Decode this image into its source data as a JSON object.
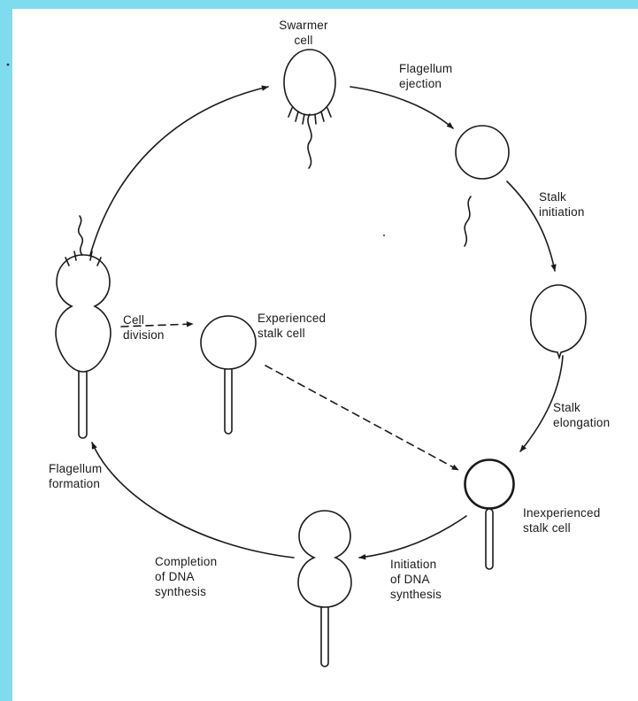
{
  "diagram": {
    "labels": {
      "swarmer_cell": "Swarmer\ncell",
      "flagellum_ejection": "Flagellum\nejection",
      "stalk_initiation": "Stalk\ninitiation",
      "stalk_elongation": "Stalk\nelongation",
      "inexperienced_stalk_cell": "Inexperienced\nstalk cell",
      "initiation_dna_synthesis": "Initiation\nof DNA\nsynthesis",
      "completion_dna_synthesis": "Completion\nof DNA\nsynthesis",
      "flagellum_formation": "Flagellum\nformation",
      "cell_division": "Cell\ndivision",
      "experienced_stalk_cell": "Experienced\nstalk cell"
    }
  }
}
